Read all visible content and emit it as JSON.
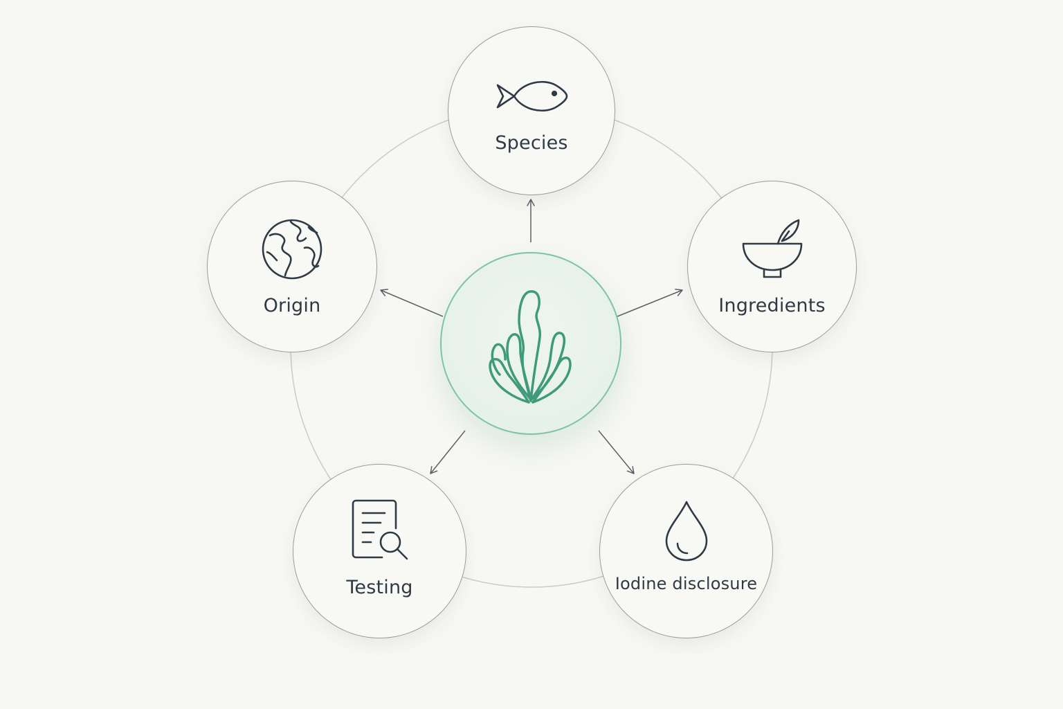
{
  "diagram": {
    "hub": {
      "icon": "seaweed-icon",
      "color": "#3e9a7a"
    },
    "nodes": [
      {
        "id": "species",
        "label": "Species",
        "icon": "fish-icon"
      },
      {
        "id": "ingredients",
        "label": "Ingredients",
        "icon": "bowl-leaf-icon"
      },
      {
        "id": "iodine",
        "label": "Iodine disclosure",
        "icon": "droplet-icon"
      },
      {
        "id": "testing",
        "label": "Testing",
        "icon": "document-search-icon"
      },
      {
        "id": "origin",
        "label": "Origin",
        "icon": "globe-icon"
      }
    ],
    "colors": {
      "background": "#f7f7f3",
      "stroke": "#2f3a44",
      "ring": "#c8cac8",
      "hub_border": "#7dc4a6"
    }
  }
}
